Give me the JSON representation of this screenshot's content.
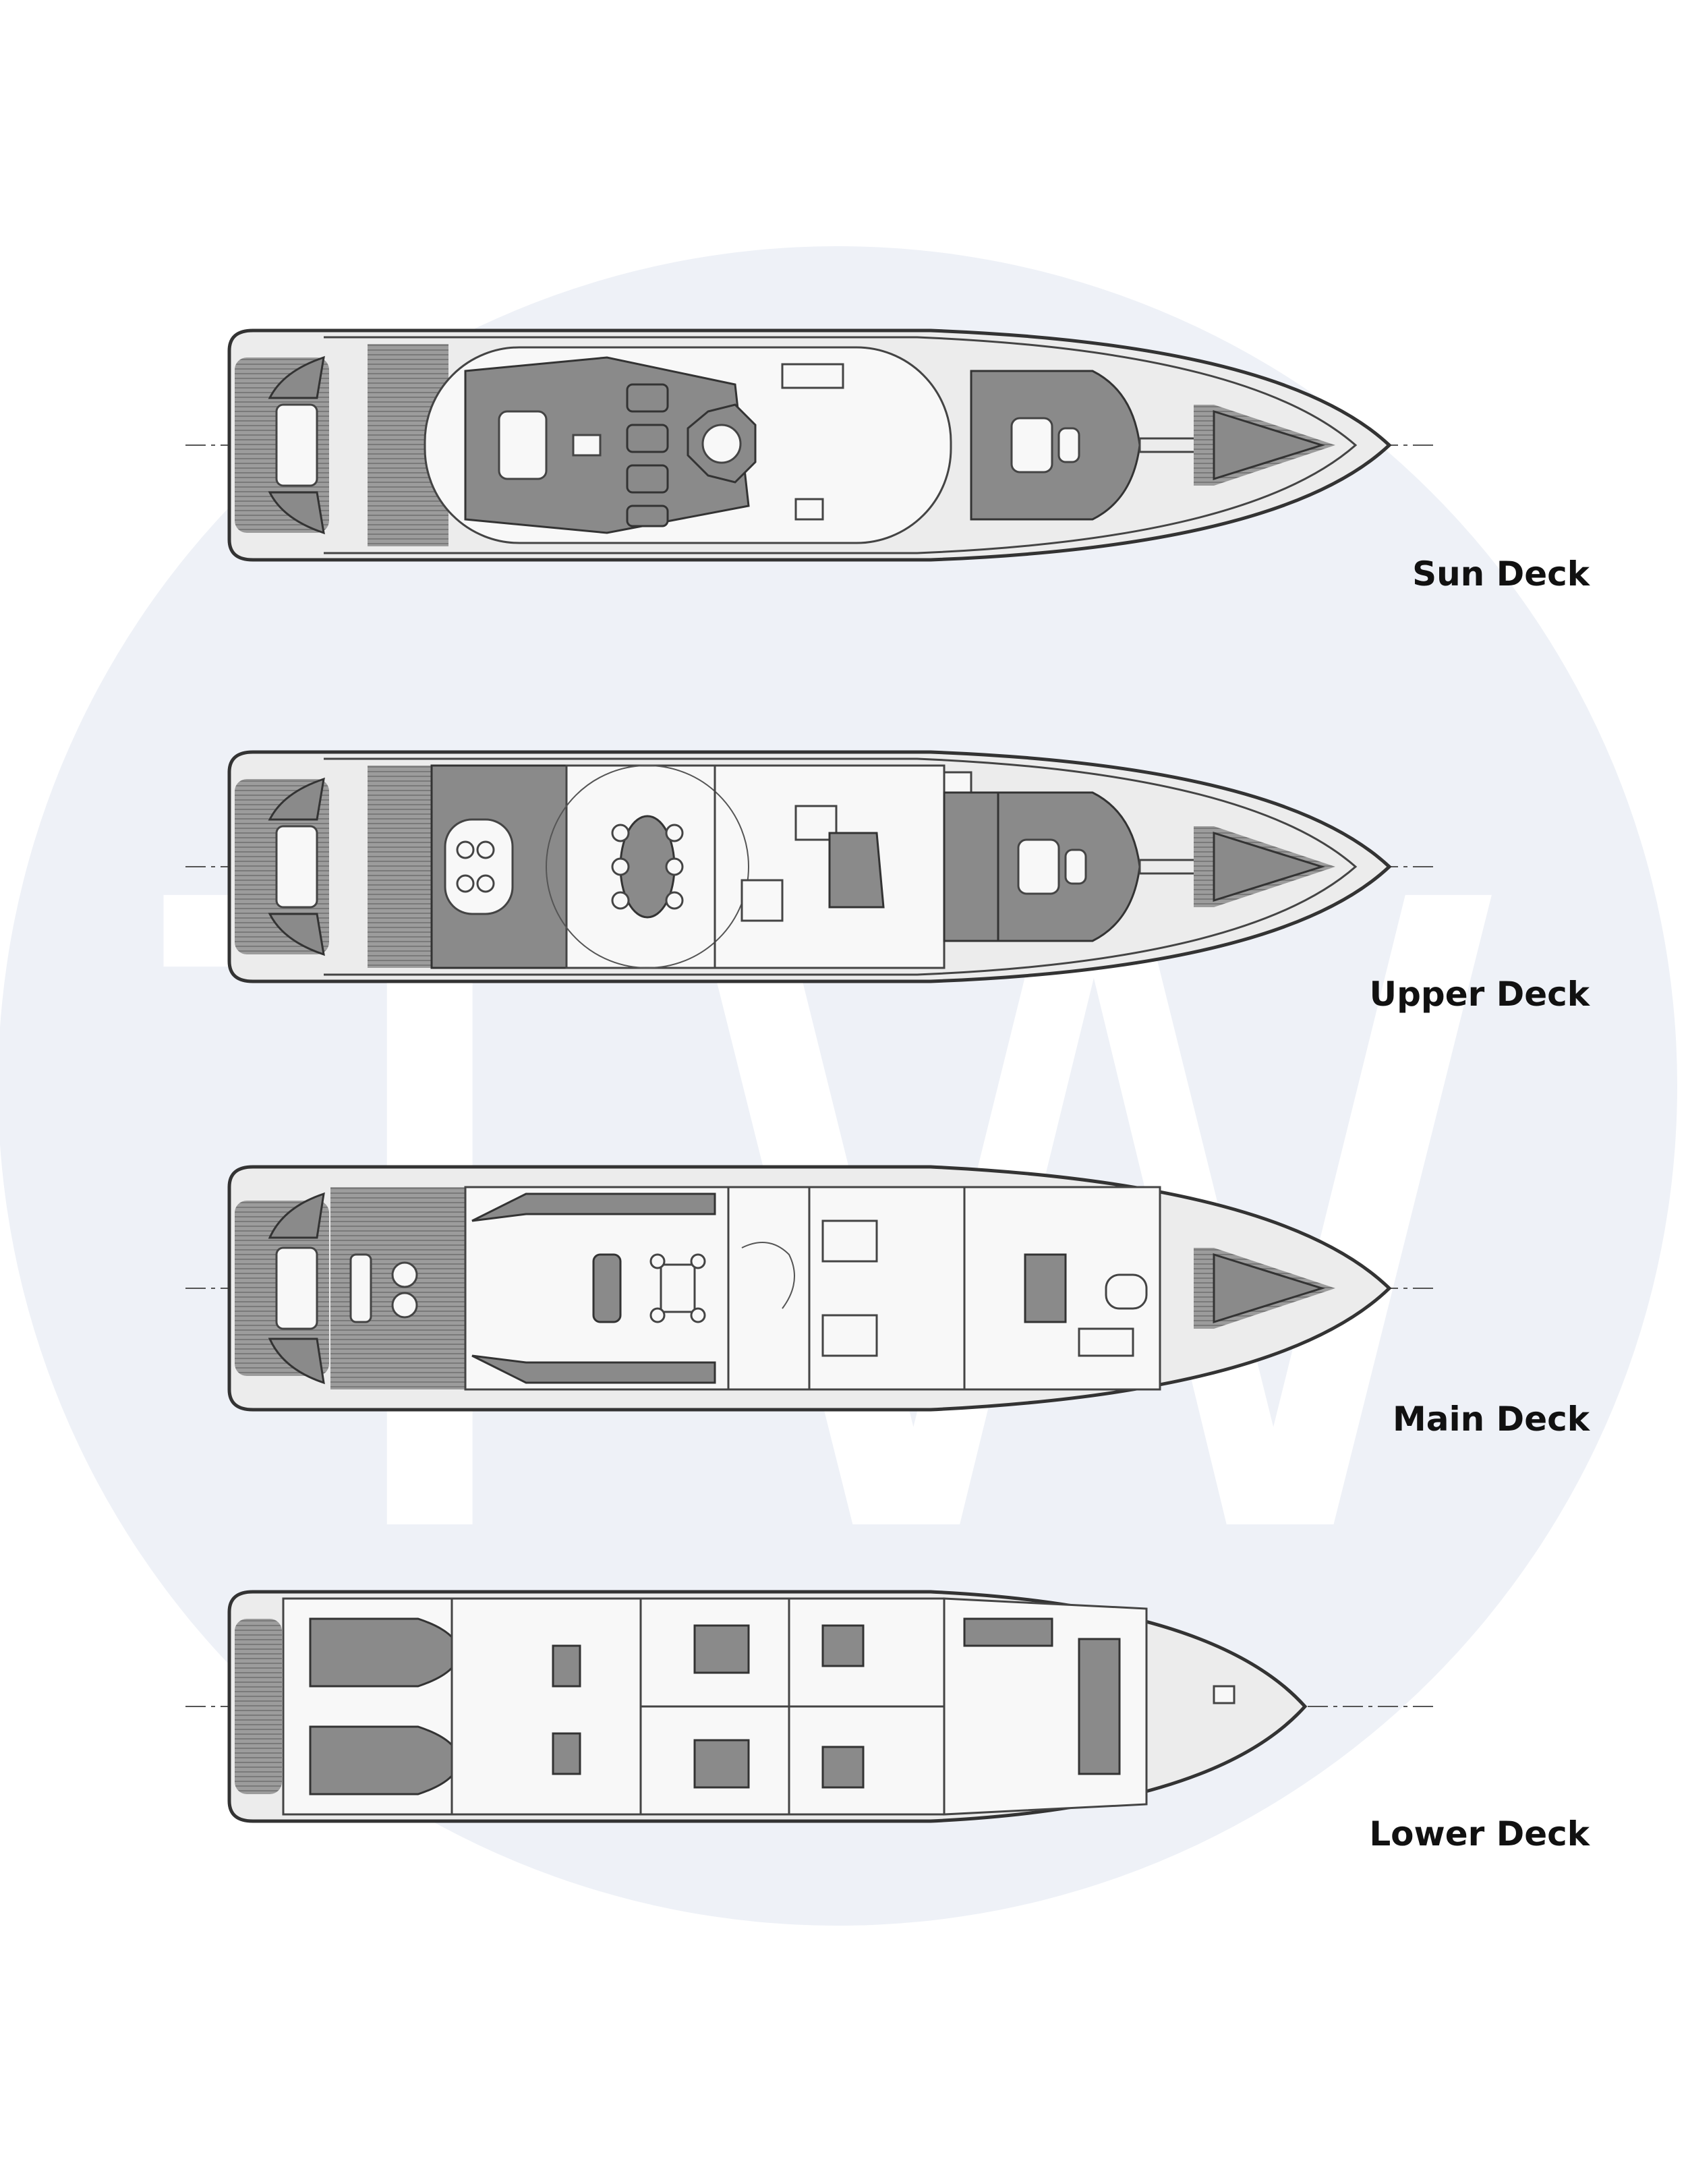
{
  "watermark": {
    "letters": "TW",
    "circle_color": "#eef1f7",
    "letter_color": "#ffffff"
  },
  "decks": [
    {
      "label": "Sun Deck"
    },
    {
      "label": "Upper Deck"
    },
    {
      "label": "Main Deck"
    },
    {
      "label": "Lower Deck"
    }
  ],
  "colors": {
    "line": "#444444",
    "teak": "#a0a0a0",
    "label": "#111111"
  }
}
